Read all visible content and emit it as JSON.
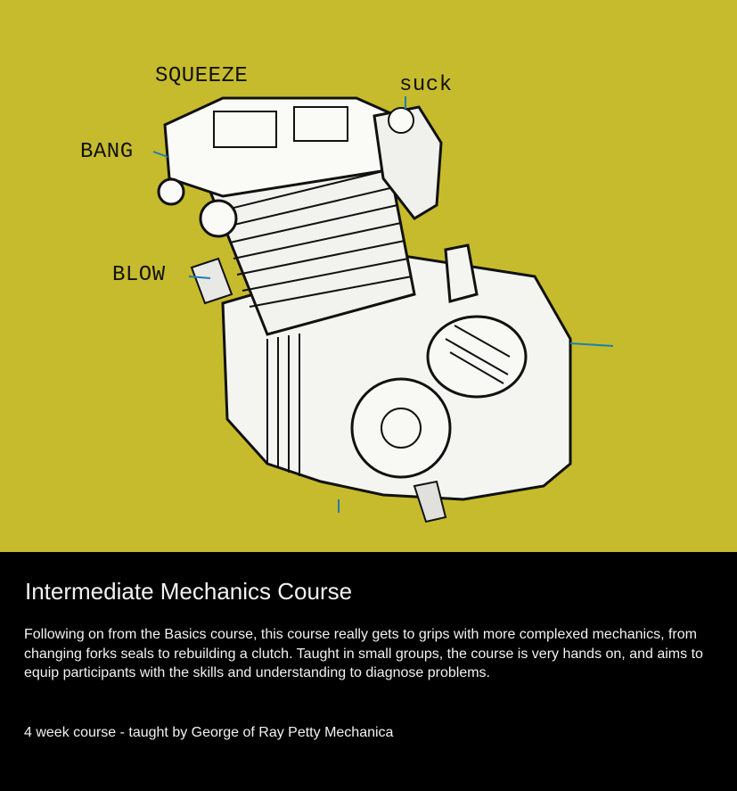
{
  "illustration": {
    "labels": {
      "squeeze": "SQUEEZE",
      "suck": "suck",
      "bang": "BANG",
      "blow": "BLOW"
    },
    "background_color": "#c6bb2c",
    "illustration_subject": "engine-illustration"
  },
  "course": {
    "title": "Intermediate Mechanics Course",
    "description": "Following on from the Basics course, this course really gets to grips with more complexed mechanics, from changing forks seals to rebuilding a clutch.  Taught in small groups, the course is very hands on, and aims to equip participants with the skills and understanding to diagnose problems.",
    "details": "4 week course - taught by George of Ray Petty Mechanica"
  }
}
